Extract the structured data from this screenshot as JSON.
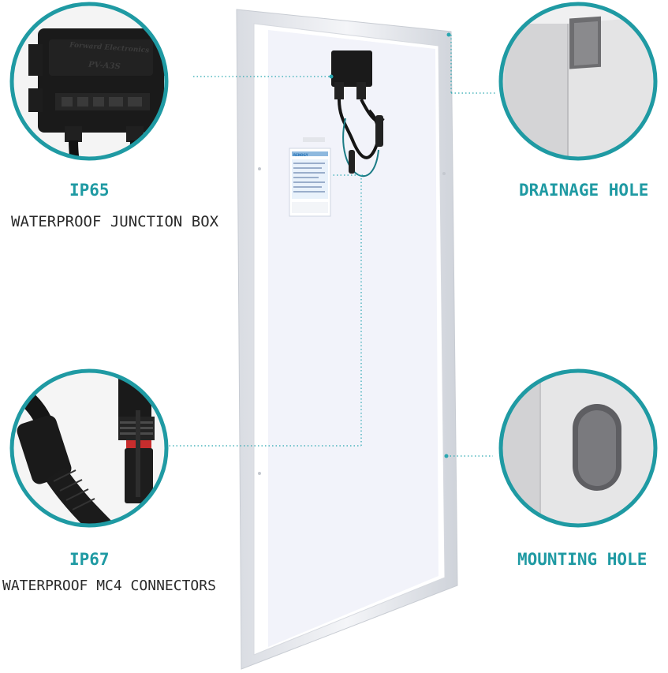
{
  "colors": {
    "accent": "#1f9aa3",
    "dark_text": "#2a2a2a",
    "panel_frame": "#e6e8ec",
    "panel_back": "#f3f4fa",
    "junction_box": "#1c1c1c"
  },
  "callouts": {
    "junction_box": {
      "rating": "IP65",
      "description": "WATERPROOF JUNCTION BOX",
      "brand_text": "Forward Electronics",
      "model_text": "PV-A3S"
    },
    "connectors": {
      "rating": "IP67",
      "description": "WATERPROOF MC4 CONNECTORS"
    },
    "drainage": {
      "title": "DRAINAGE HOLE"
    },
    "mounting": {
      "title": "MOUNTING HOLE"
    }
  },
  "panel": {
    "label_brand": "RENOGY"
  },
  "icons": [
    "junction-box-icon",
    "mc4-connector-icon",
    "drainage-hole-icon",
    "mounting-hole-icon"
  ]
}
